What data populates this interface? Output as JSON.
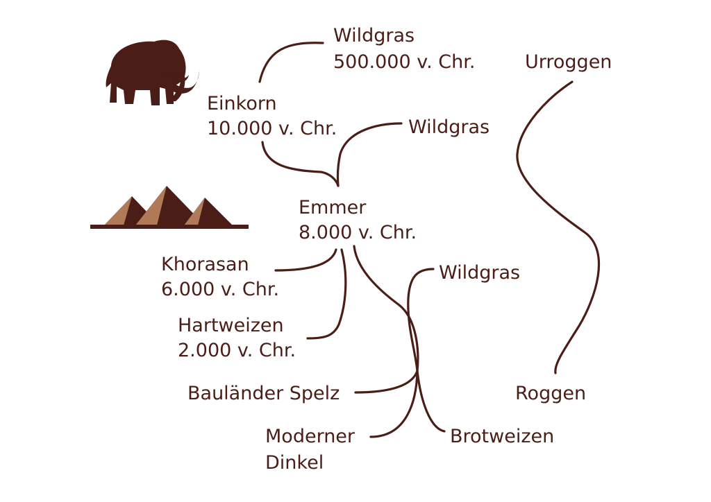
{
  "colors": {
    "ink": "#4a1e17",
    "line": "#4a1e17",
    "pyramid_dark": "#4a1e17",
    "pyramid_light": "#b07a58",
    "background": "#ffffff"
  },
  "icons": {
    "mammoth": "mammoth-icon",
    "pyramids": "pyramids-icon"
  },
  "nodes": {
    "wildgras_top": {
      "line1": "Wildgras",
      "line2": "500.000 v. Chr."
    },
    "einkorn": {
      "line1": "Einkorn",
      "line2": "10.000 v. Chr."
    },
    "wildgras_mid": {
      "line1": "Wildgras"
    },
    "emmer": {
      "line1": "Emmer",
      "line2": "8.000 v. Chr."
    },
    "khorasan": {
      "line1": "Khorasan",
      "line2": "6.000 v. Chr."
    },
    "hartweizen": {
      "line1": "Hartweizen",
      "line2": "2.000 v. Chr."
    },
    "wildgras_low": {
      "line1": "Wildgras"
    },
    "baulaender_spelz": {
      "line1": "Bauländer Spelz"
    },
    "moderner_dinkel": {
      "line1": "Moderner",
      "line2": "Dinkel"
    },
    "brotweizen": {
      "line1": "Brotweizen"
    },
    "urroggen": {
      "line1": "Urroggen"
    },
    "roggen": {
      "line1": "Roggen"
    }
  }
}
